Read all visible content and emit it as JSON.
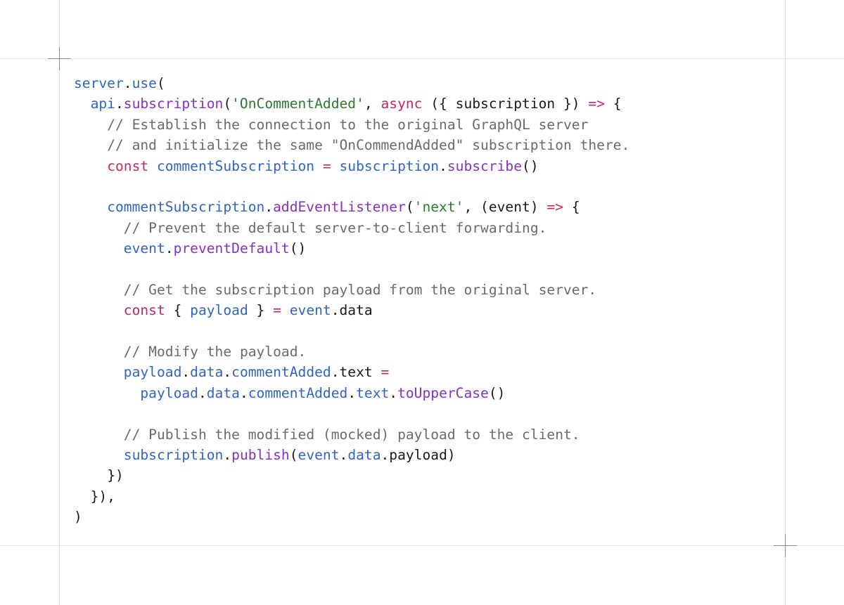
{
  "code": {
    "l1": {
      "a": "server",
      "b": ".",
      "c": "use",
      "d": "("
    },
    "l2": {
      "a": "api",
      "b": ".",
      "c": "subscription",
      "d": "(",
      "e": "'OnCommentAdded'",
      "f": ", ",
      "g": "async",
      "h": " ({ subscription }) ",
      "i": "=>",
      "j": " {"
    },
    "l3": {
      "a": "// Establish the connection to the original GraphQL server"
    },
    "l4": {
      "a": "// and initialize the same \"OnCommendAdded\" subscription there."
    },
    "l5": {
      "a": "const",
      "b": " ",
      "c": "commentSubscription",
      "d": " ",
      "e": "=",
      "f": " ",
      "g": "subscription",
      "h": ".",
      "i": "subscribe",
      "j": "()"
    },
    "l7": {
      "a": "commentSubscription",
      "b": ".",
      "c": "addEventListener",
      "d": "(",
      "e": "'next'",
      "f": ", (event) ",
      "g": "=>",
      "h": " {"
    },
    "l8": {
      "a": "// Prevent the default server-to-client forwarding."
    },
    "l9": {
      "a": "event",
      "b": ".",
      "c": "preventDefault",
      "d": "()"
    },
    "l11": {
      "a": "// Get the subscription payload from the original server."
    },
    "l12": {
      "a": "const",
      "b": " { ",
      "c": "payload",
      "d": " } ",
      "e": "=",
      "f": " ",
      "g": "event",
      "h": ".data"
    },
    "l14": {
      "a": "// Modify the payload."
    },
    "l15": {
      "a": "payload",
      "b": ".",
      "c": "data",
      "d": ".",
      "e": "commentAdded",
      "f": ".text ",
      "g": "="
    },
    "l16": {
      "a": "payload",
      "b": ".",
      "c": "data",
      "d": ".",
      "e": "commentAdded",
      "f": ".",
      "g": "text",
      "h": ".",
      "i": "toUpperCase",
      "j": "()"
    },
    "l18": {
      "a": "// Publish the modified (mocked) payload to the client."
    },
    "l19": {
      "a": "subscription",
      "b": ".",
      "c": "publish",
      "d": "(",
      "e": "event",
      "f": ".",
      "g": "data",
      "h": ".payload)"
    },
    "l20": {
      "a": "})"
    },
    "l21": {
      "a": "}),"
    },
    "l22": {
      "a": ")"
    }
  }
}
